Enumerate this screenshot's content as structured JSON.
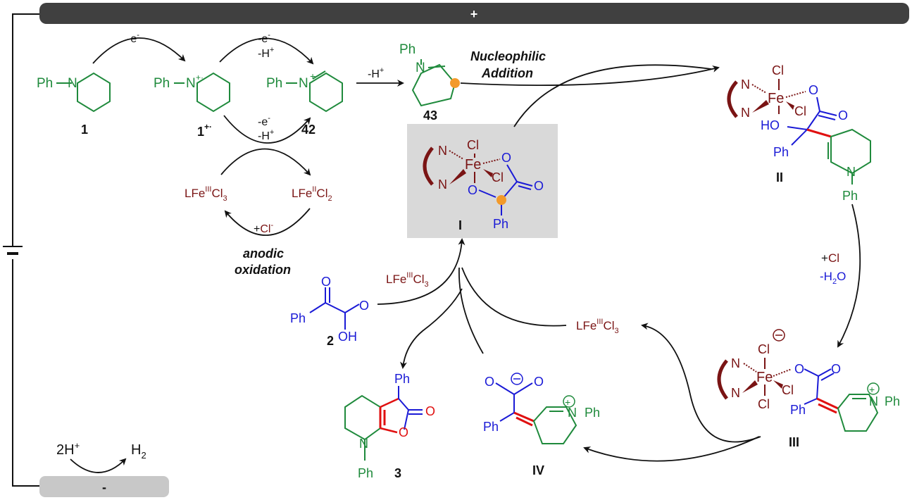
{
  "colors": {
    "green": "#1f8a3c",
    "blue": "#1a1ad6",
    "darkred": "#7a1414",
    "black": "#111111",
    "red": "#e01010",
    "orange": "#f39a2a",
    "anode_bar": "#404040",
    "cathode_bar": "#c8c8c8",
    "highlight_box": "#d9d9d9"
  },
  "electrodes": {
    "anode_sign": "+",
    "cathode_sign": "-"
  },
  "cathode_reaction": {
    "left": "2H",
    "left_sup": "+",
    "right": "H",
    "right_sub": "2"
  },
  "cycle": {
    "s1_label": "1",
    "s1_radical_label": "1",
    "s1_radical_sup": "+·",
    "s42_label": "42",
    "s43_label": "43",
    "oxidation1": "-e",
    "oxidation1_sup": "-",
    "oxidation2_e": "-e",
    "oxidation2_e_sup": "-",
    "oxidation2_h": "-H",
    "oxidation2_h_sup": "+",
    "oxidation3_e": "-e",
    "oxidation3_e_sup": "-",
    "oxidation3_h": "-H",
    "oxidation3_h_sup": "+",
    "deprotonation": "-H",
    "deprotonation_sup": "+",
    "nucleophilic": "Nucleophilic",
    "addition": "Addition"
  },
  "iron": {
    "fe3_a": "LFe",
    "fe3_a_sup": "III",
    "fe3_a_tail": "Cl",
    "fe3_a_sub": "3",
    "fe2": "LFe",
    "fe2_sup": "II",
    "fe2_tail": "Cl",
    "fe2_sub": "2",
    "plus_cl": "+Cl",
    "plus_cl_sup": "-",
    "anodic": "anodic",
    "oxidation_word": "oxidation",
    "fe3_b": "LFe",
    "fe3_b_sup": "III",
    "fe3_b_tail": "Cl",
    "fe3_b_sub": "3",
    "fe3_c": "LFe",
    "fe3_c_sup": "III",
    "fe3_c_tail": "Cl",
    "fe3_c_sub": "3"
  },
  "intermediates": {
    "I": "I",
    "II": "II",
    "III": "III",
    "IV": "IV",
    "c2": "2",
    "c3": "3"
  },
  "atoms": {
    "ph": "Ph",
    "n": "N",
    "fe": "Fe",
    "cl": "Cl",
    "o": "O",
    "ho": "HO",
    "oh": "OH",
    "plus": "+"
  },
  "step_II_III": {
    "plus": "+Cl",
    "minus_h2o_a": "-H",
    "minus_h2o_sub": "2",
    "minus_h2o_b": "O"
  }
}
